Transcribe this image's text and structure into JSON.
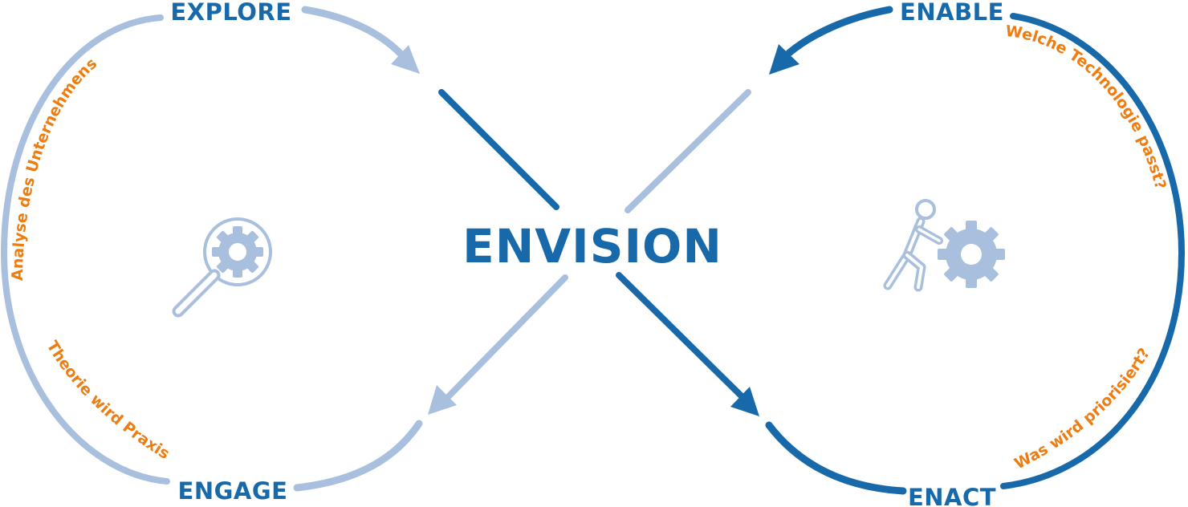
{
  "center": {
    "label": "ENVISION"
  },
  "stages": {
    "explore": "EXPLORE",
    "enable": "ENABLE",
    "engage": "ENGAGE",
    "enact": "ENACT"
  },
  "notes": {
    "left_upper": "Analyse des Unternehmens",
    "left_lower": "Theorie wird Praxis",
    "right_upper": "Welche Technologie passt?",
    "right_lower": "Was wird priorisiert?"
  },
  "icons": {
    "left": "magnifier-gear-icon",
    "right": "person-pushing-gear-icon"
  },
  "colors": {
    "dark_blue": "#1769aa",
    "light_blue": "#a8bfde",
    "orange": "#ee7d11",
    "background": "#ffffff"
  }
}
